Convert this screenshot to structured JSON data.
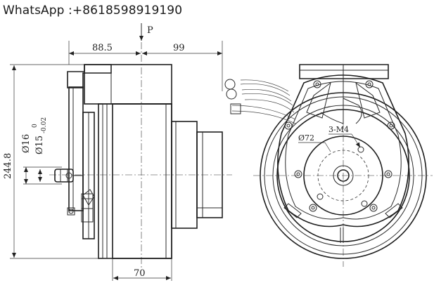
{
  "contact": {
    "text": "WhatsApp :+8618598919190"
  },
  "labels": {
    "force_arrow": "P",
    "dim_left_width": "88.5",
    "dim_right_width": "99",
    "dim_height": "244.8",
    "dim_dia16": "Ø16",
    "dim_dia15": "Ø15",
    "dim_dia15_tol_upper": "0",
    "dim_dia15_tol_lower": "-0.02",
    "dim_bottom": "70",
    "dim_pcd": "Ø72",
    "dim_thread": "3-M4"
  }
}
